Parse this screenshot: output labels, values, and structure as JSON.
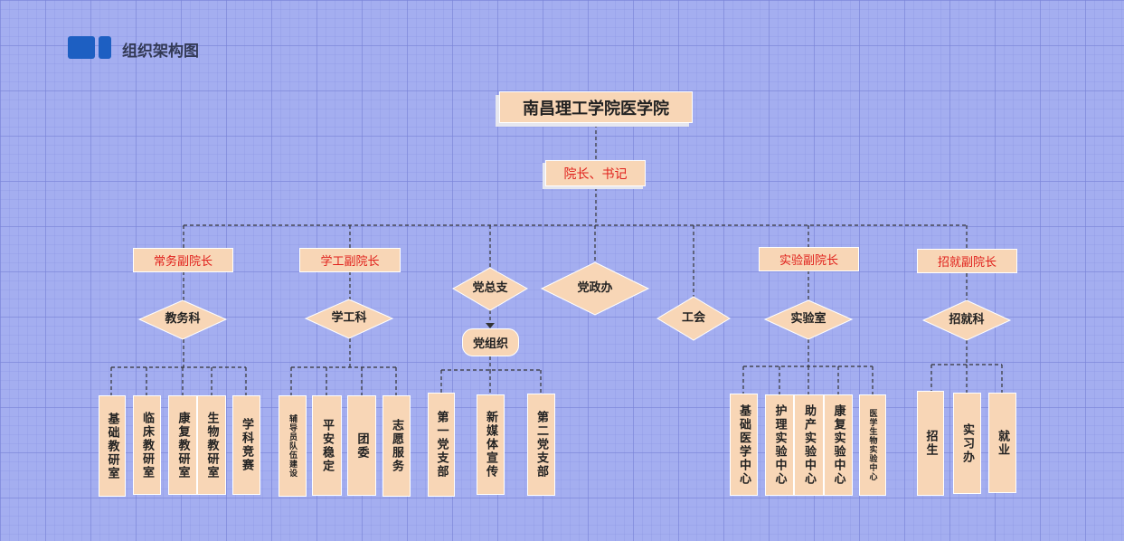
{
  "header": {
    "title": "组织架构图"
  },
  "root": "南昌理工学院医学院",
  "dean": "院长、书记",
  "vp": {
    "general": "常务副院长",
    "student": "学工副院长",
    "lab": "实验副院长",
    "admission": "招就副院长"
  },
  "dept": {
    "academic": "教务科",
    "student_affairs": "学工科",
    "party_branch": "党总支",
    "party_office": "党政办",
    "union": "工会",
    "lab_room": "实验室",
    "admission_office": "招就科",
    "party_org": "党组织"
  },
  "leaves": {
    "academic": [
      "基础教研室",
      "临床教研室",
      "康复教研室",
      "生物教研室",
      "学科竞赛"
    ],
    "student_affairs": [
      "辅导员队伍建设",
      "平安稳定",
      "团委",
      "志愿服务"
    ],
    "party": [
      "第一党支部",
      "新媒体宣传",
      "第二党支部"
    ],
    "lab": [
      "基础医学中心",
      "护理实验中心",
      "助产实验中心",
      "康复实验中心",
      "医学生物实验中心"
    ],
    "admission": [
      "招生",
      "实习办",
      "就业"
    ]
  },
  "colors": {
    "background": "#a4aef0",
    "node_fill": "#f8d6b6",
    "vp_text": "#e0201b",
    "connector": "#333333",
    "logo": "#1d5fc2"
  }
}
